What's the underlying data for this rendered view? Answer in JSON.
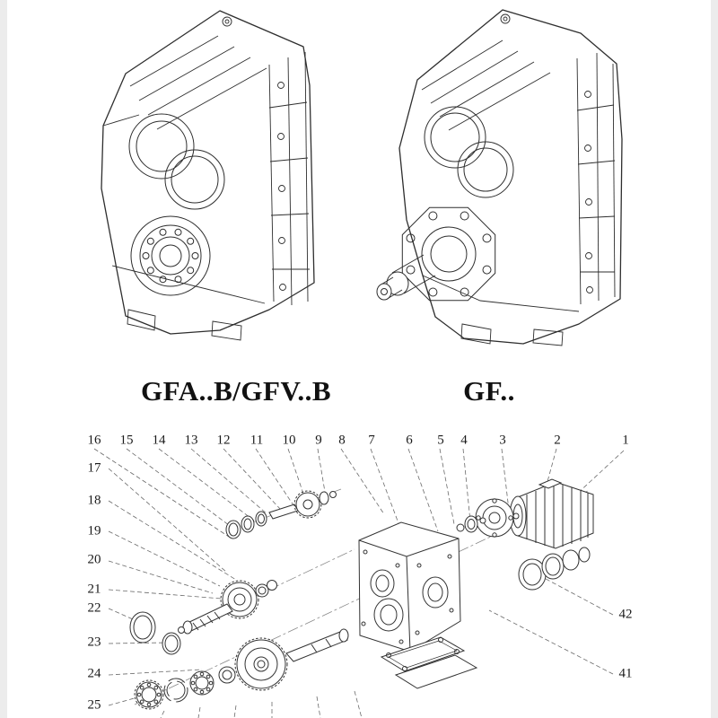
{
  "page": {
    "background": "#ffffff",
    "line_color": "#2e2e2e"
  },
  "models": {
    "left_label": "GFA..B/GFV..B",
    "right_label": "GF.."
  },
  "exploded": {
    "top_row": [
      "16",
      "15",
      "14",
      "13",
      "12",
      "11",
      "10",
      "9",
      "8",
      "7",
      "6",
      "5",
      "4",
      "3",
      "2",
      "1"
    ],
    "left_column": [
      "17",
      "18",
      "19",
      "20",
      "21",
      "22",
      "23",
      "24",
      "25"
    ],
    "right_column": [
      "42",
      "41"
    ]
  }
}
